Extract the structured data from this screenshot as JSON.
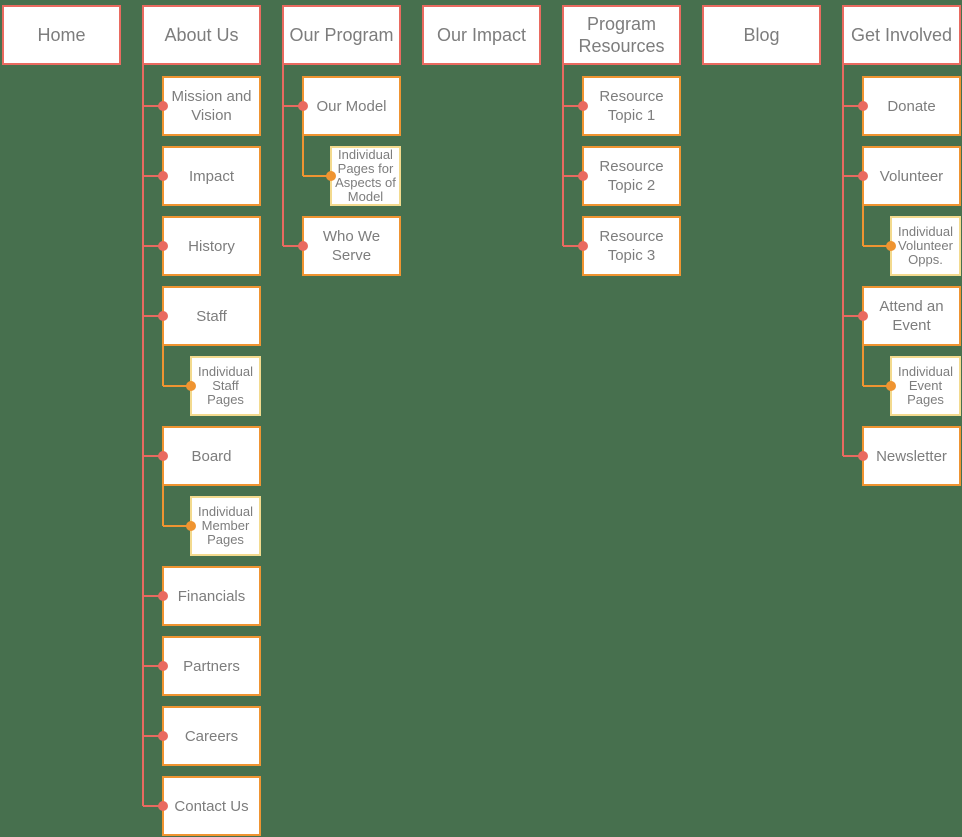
{
  "diagram": {
    "type": "sitemap-tree",
    "colors": {
      "background": "#47704E",
      "box_fill": "#FFFFFF",
      "text": "#7D7D7D",
      "level1_border": "#E96A60",
      "level2_border": "#EF9431",
      "level3_border": "#F3DA8E",
      "connector_level1": "#E96A60",
      "connector_level2": "#EF9431"
    },
    "columns": [
      {
        "label": "Home",
        "children": []
      },
      {
        "label": "About Us",
        "children": [
          {
            "label": "Mission and\nVision",
            "level": 2
          },
          {
            "label": "Impact",
            "level": 2
          },
          {
            "label": "History",
            "level": 2
          },
          {
            "label": "Staff",
            "level": 2
          },
          {
            "label": "Individual\nStaff\nPages",
            "level": 3
          },
          {
            "label": "Board",
            "level": 2
          },
          {
            "label": "Individual\nMember\nPages",
            "level": 3
          },
          {
            "label": "Financials",
            "level": 2
          },
          {
            "label": "Partners",
            "level": 2
          },
          {
            "label": "Careers",
            "level": 2
          },
          {
            "label": "Contact Us",
            "level": 2
          }
        ]
      },
      {
        "label": "Our Program",
        "children": [
          {
            "label": "Our Model",
            "level": 2
          },
          {
            "label": "Individual\nPages for\nAspects of\nModel",
            "level": 3
          },
          {
            "label": "Who We\nServe",
            "level": 2
          }
        ]
      },
      {
        "label": "Our Impact",
        "children": []
      },
      {
        "label": "Program\nResources",
        "children": [
          {
            "label": "Resource\nTopic 1",
            "level": 2
          },
          {
            "label": "Resource\nTopic 2",
            "level": 2
          },
          {
            "label": "Resource\nTopic 3",
            "level": 2
          }
        ]
      },
      {
        "label": "Blog",
        "children": []
      },
      {
        "label": "Get Involved",
        "children": [
          {
            "label": "Donate",
            "level": 2
          },
          {
            "label": "Volunteer",
            "level": 2
          },
          {
            "label": "Individual\nVolunteer\nOpps.",
            "level": 3
          },
          {
            "label": "Attend an\nEvent",
            "level": 2
          },
          {
            "label": "Individual\nEvent\nPages",
            "level": 3
          },
          {
            "label": "Newsletter",
            "level": 2
          }
        ]
      }
    ]
  }
}
